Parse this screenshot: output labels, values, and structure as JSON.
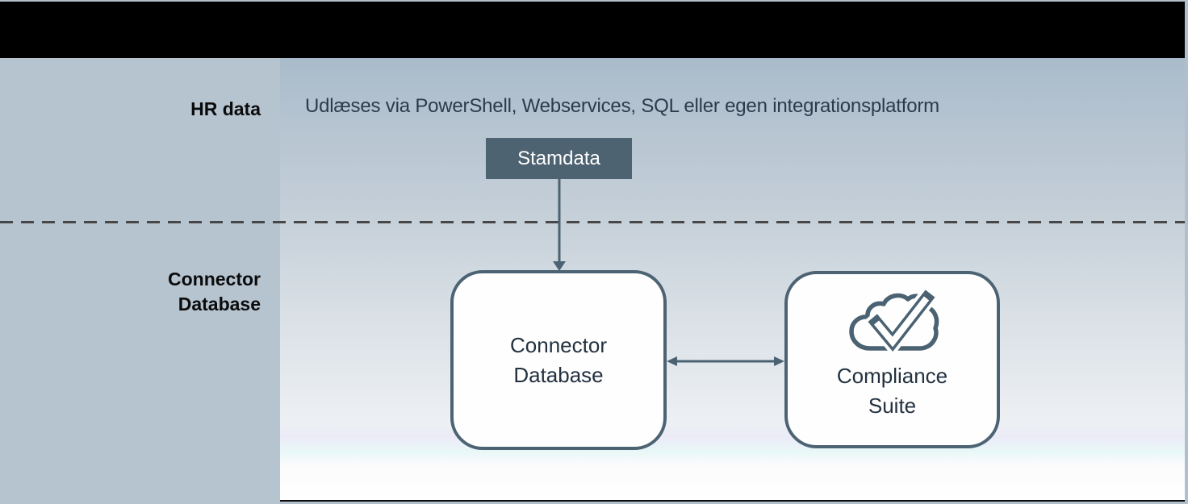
{
  "colors": {
    "top_bar": "#000000",
    "accent": "#4c6373",
    "stamdata_fill": "#4e6372",
    "stamdata_text": "#ffffff",
    "box_text": "#233140",
    "sidebar_bg": "#b6c4d0",
    "divider_dash": "#474747",
    "canvas_gradient_top": "#a9bbca",
    "canvas_gradient_bottom": "#ffffff"
  },
  "lanes": {
    "hr": {
      "label": "HR data",
      "description": "Udlæses via PowerShell, Webservices, SQL eller egen integrationsplatform"
    },
    "connector": {
      "label": "Connector\nDatabase"
    }
  },
  "nodes": {
    "stamdata": {
      "label": "Stamdata"
    },
    "connector_db": {
      "label": "Connector\nDatabase"
    },
    "compliance": {
      "label": "Compliance\nSuite",
      "icon": "cloud-check-icon"
    }
  },
  "connections": [
    {
      "from": "stamdata",
      "to": "connector_db",
      "direction": "down"
    },
    {
      "from": "connector_db",
      "to": "compliance",
      "direction": "both"
    }
  ]
}
